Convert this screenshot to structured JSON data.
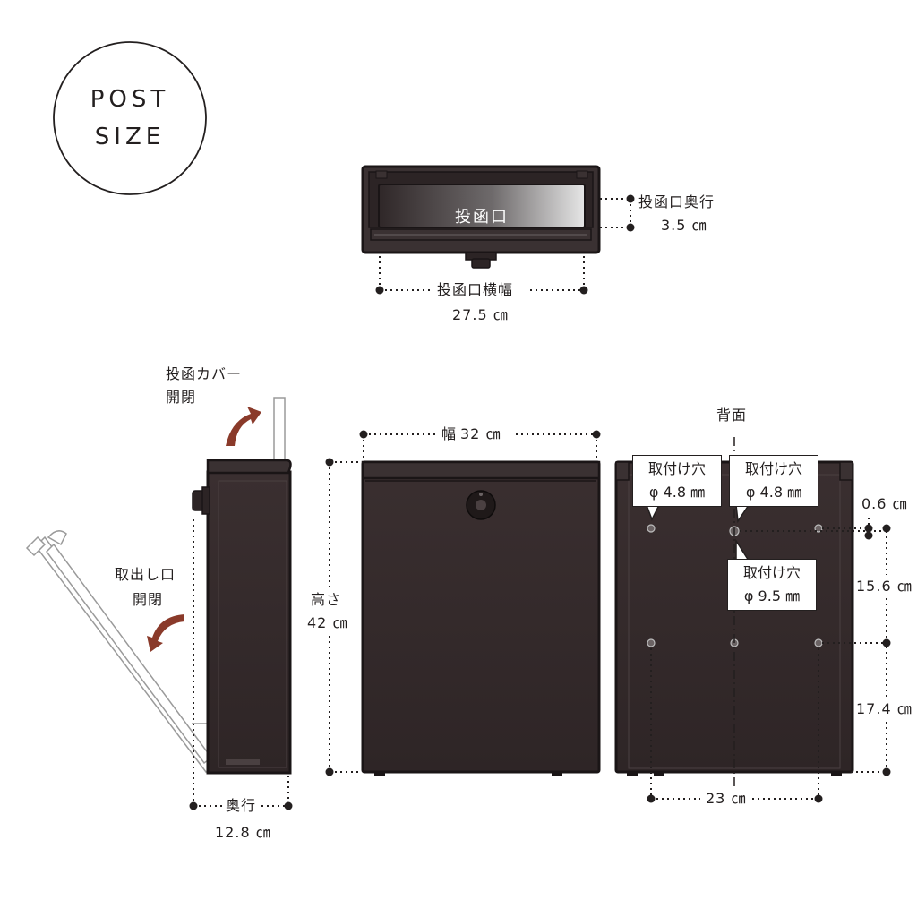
{
  "badge": {
    "line1": "POST",
    "line2": "SIZE"
  },
  "top_view": {
    "slot_label": "投函口",
    "depth_label": "投函口奥行",
    "depth_value": "3.5 ㎝",
    "width_label": "投函口横幅",
    "width_value": "27.5 ㎝"
  },
  "side_view": {
    "cover_label_1": "投函カバー",
    "cover_label_2": "開閉",
    "outlet_label_1": "取出し口",
    "outlet_label_2": "開閉",
    "depth_label": "奥行",
    "depth_value": "12.8 ㎝"
  },
  "front_view": {
    "width_label": "幅",
    "width_value": "32 ㎝",
    "height_label": "高さ",
    "height_value": "42 ㎝"
  },
  "back_view": {
    "title": "背面",
    "hole_left_1": "取付け穴",
    "hole_left_2": "φ 4.8 ㎜",
    "hole_right_1": "取付け穴",
    "hole_right_2": "φ 4.8 ㎜",
    "hole_center_1": "取付け穴",
    "hole_center_2": "φ 9.5 ㎜",
    "dim_top": "0.6 ㎝",
    "dim_mid": "15.6 ㎝",
    "dim_bottom": "17.4 ㎝",
    "dim_width": "23 ㎝"
  },
  "colors": {
    "body": "#33292a",
    "body_dark": "#2a2223",
    "outline": "#1a1516",
    "arrow": "#8a3a2a",
    "ghost": "#9a9a9a"
  }
}
